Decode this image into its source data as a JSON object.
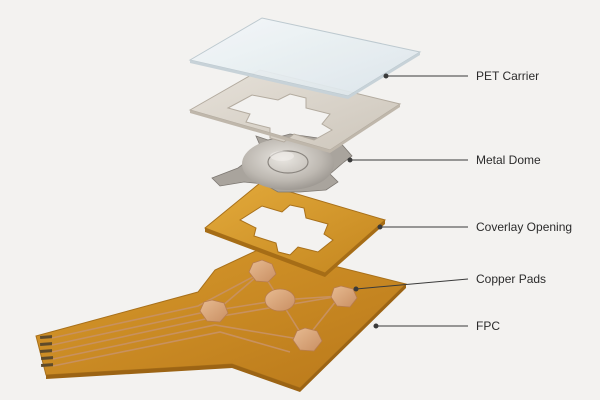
{
  "layers": [
    {
      "id": "pet",
      "label": "PET Carrier"
    },
    {
      "id": "dome",
      "label": "Metal Dome"
    },
    {
      "id": "coverlay",
      "label": "Coverlay Opening"
    },
    {
      "id": "pads",
      "label": "Copper Pads"
    },
    {
      "id": "fpc",
      "label": "FPC"
    }
  ],
  "colors": {
    "background": "#f3f2f0",
    "polyimide": "#d4972a",
    "copper": "#d8a47a",
    "metal": "#b9b4ad",
    "pet": "#e4ecf0",
    "adhesive": "#d9d4cc",
    "leader": "#3a3a3a"
  }
}
